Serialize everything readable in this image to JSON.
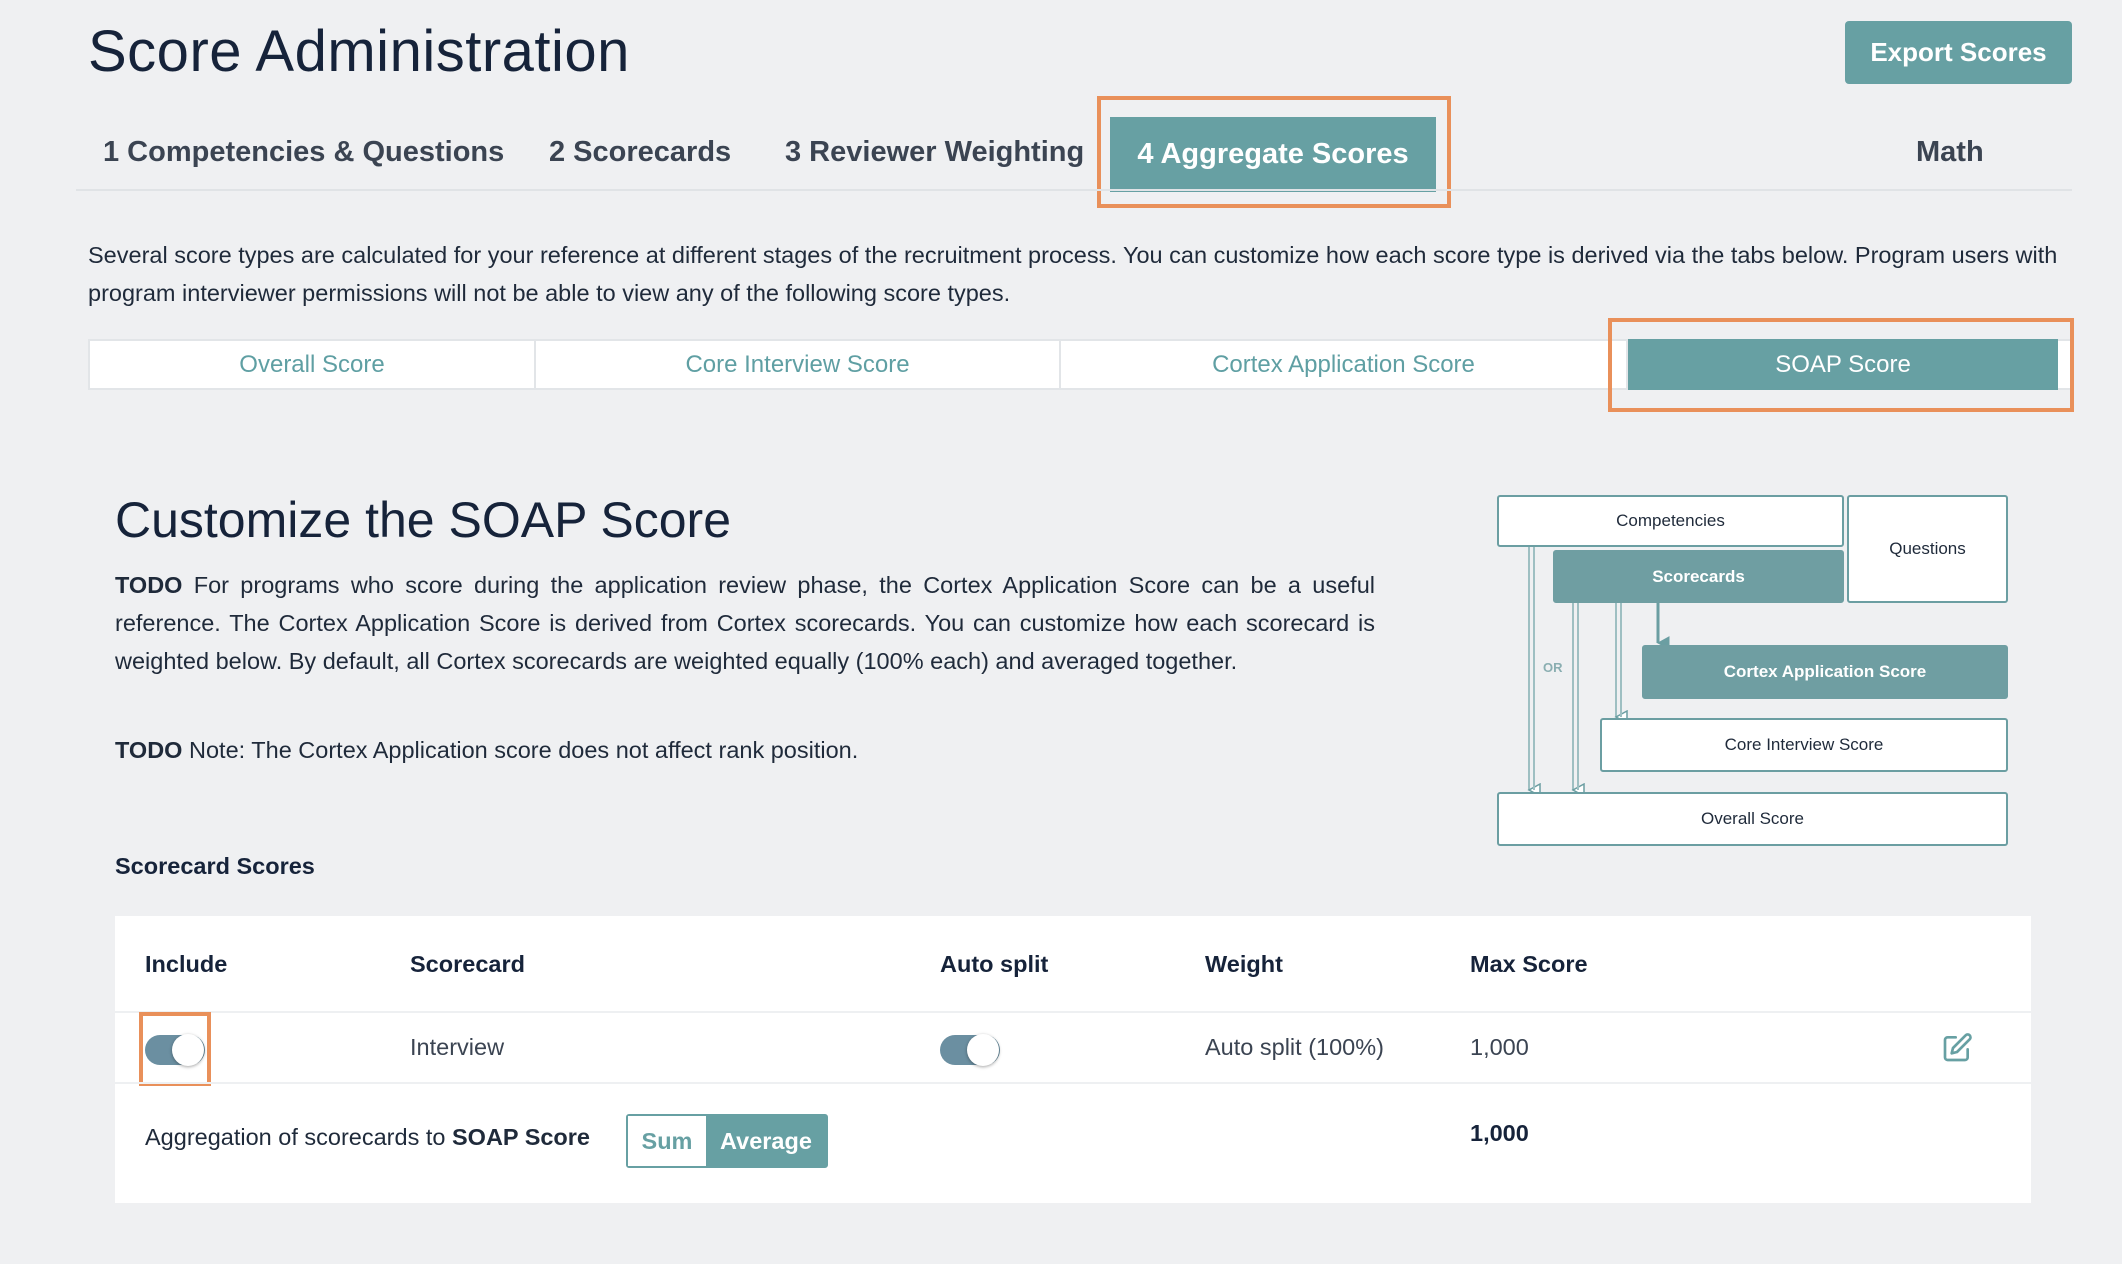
{
  "header": {
    "title": "Score Administration",
    "export_label": "Export Scores"
  },
  "steps": [
    {
      "label": "1 Competencies & Questions"
    },
    {
      "label": "2 Scorecards"
    },
    {
      "label": "3 Reviewer Weighting"
    },
    {
      "label": "4 Aggregate Scores",
      "active": true
    }
  ],
  "math_label": "Math",
  "intro": "Several score types are calculated for your reference at different stages of the recruitment process. You can customize how each score type is derived via the tabs below. Program users with program interviewer permissions will not be able to view any of the following score types.",
  "score_tabs": [
    {
      "label": "Overall Score"
    },
    {
      "label": "Core Interview Score"
    },
    {
      "label": "Cortex Application Score"
    },
    {
      "label": "SOAP Score",
      "active": true
    }
  ],
  "section": {
    "title": "Customize the SOAP Score",
    "para1_tag": "TODO",
    "para1": " For programs who score during the application review phase, the Cortex Application Score can be a useful reference. The Cortex Application Score is derived from Cortex scorecards. You can customize how each scorecard is weighted below. By default, all Cortex scorecards are weighted equally (100% each) and averaged together.",
    "para2_tag": "TODO",
    "para2": " Note: The Cortex Application score does not affect rank position."
  },
  "diagram": {
    "competencies": "Competencies",
    "questions": "Questions",
    "scorecards": "Scorecards",
    "cortex": "Cortex Application Score",
    "core": "Core Interview Score",
    "overall": "Overall Score",
    "or_label": "OR"
  },
  "table": {
    "title": "Scorecard Scores",
    "headers": {
      "include": "Include",
      "scorecard": "Scorecard",
      "auto_split": "Auto split",
      "weight": "Weight",
      "max_score": "Max Score"
    },
    "rows": [
      {
        "include": true,
        "scorecard": "Interview",
        "auto_split": true,
        "weight": "Auto split (100%)",
        "max_score": "1,000"
      }
    ],
    "aggregation_prefix": "Aggregation of scorecards to ",
    "aggregation_target": "SOAP Score",
    "aggregation_options": {
      "sum": "Sum",
      "average": "Average",
      "selected": "Average"
    },
    "total": "1,000"
  },
  "colors": {
    "accent": "#67a0a3",
    "highlight": "#e9905a",
    "toggle": "#6b8fa1"
  }
}
